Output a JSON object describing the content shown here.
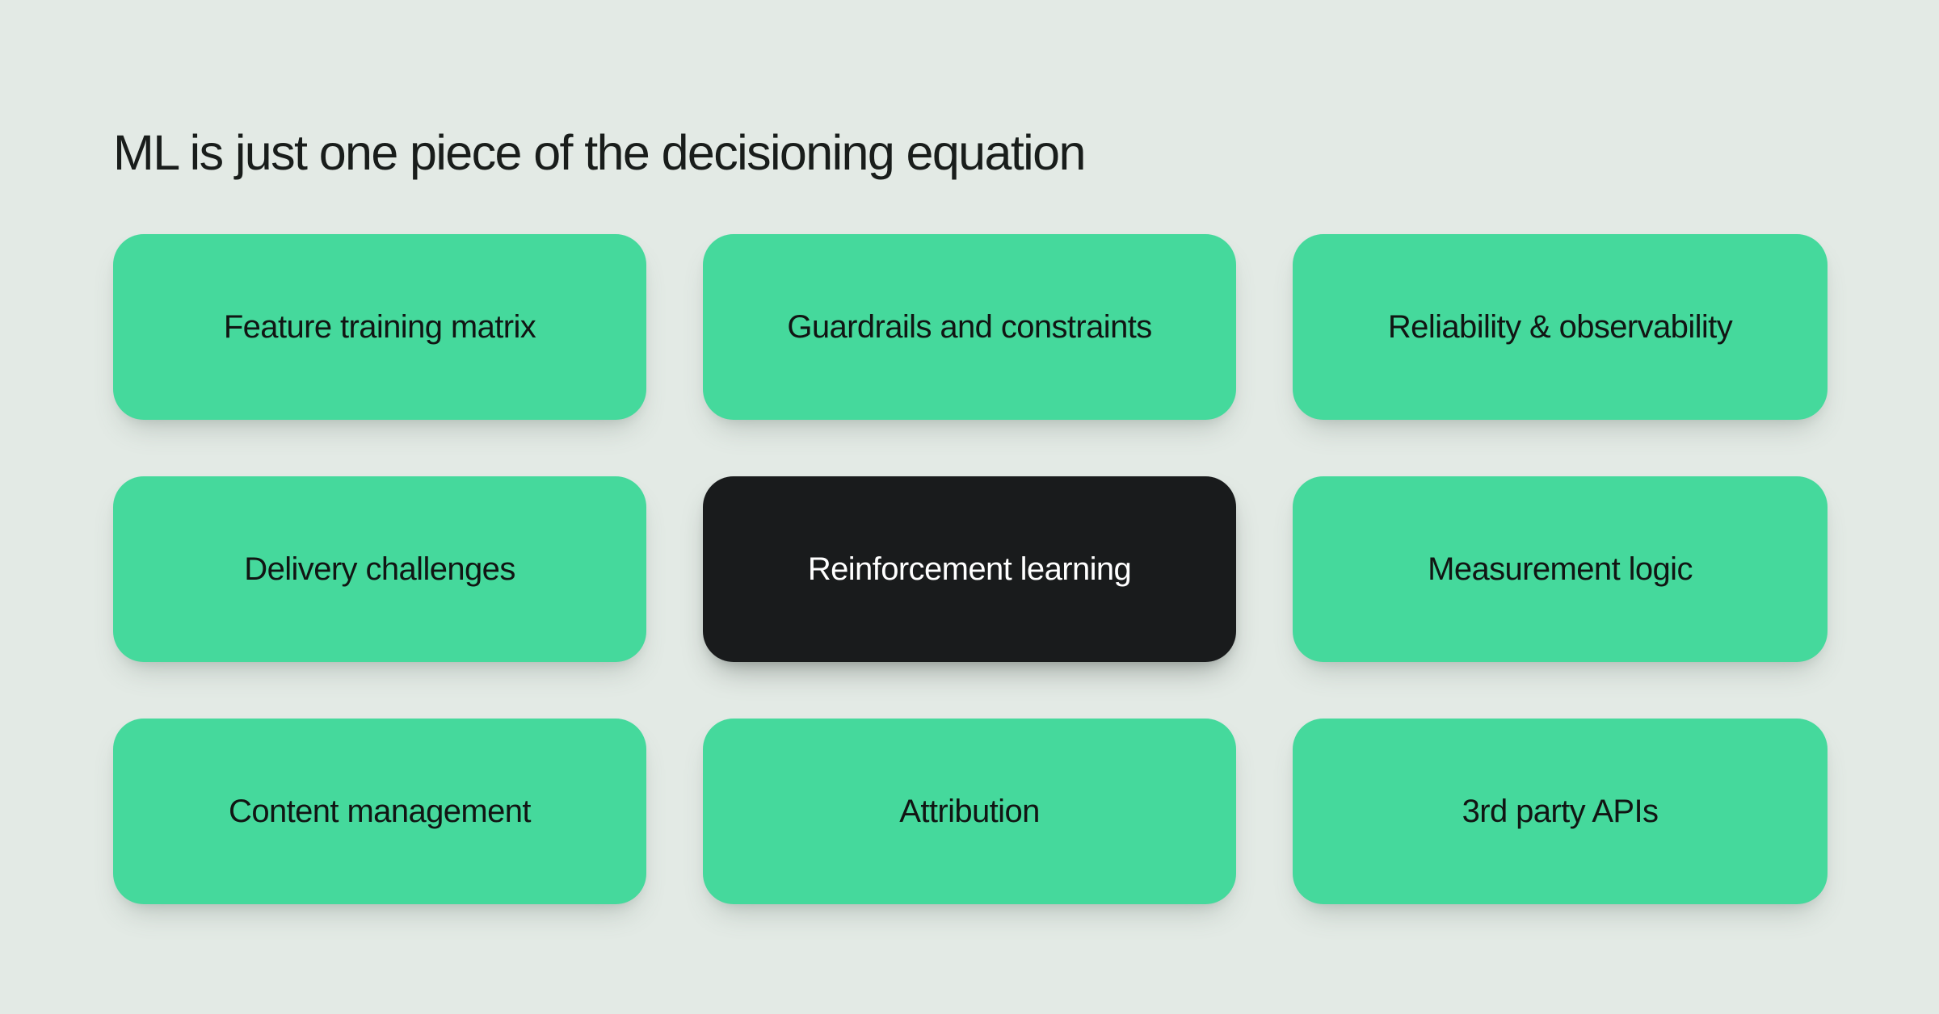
{
  "slide": {
    "title": "ML is just one piece of the decisioning equation",
    "background_color": "#e3eae5",
    "title_color": "#191d1b"
  },
  "theme": {
    "card_green": "#45d99c",
    "card_dark": "#191b1c",
    "label_dark_text": "#111513",
    "label_light_text": "#ffffff"
  },
  "grid": {
    "columns": 3,
    "rows": 3,
    "cards": [
      {
        "label": "Feature training matrix",
        "variant": "green",
        "row": 1,
        "col": 1
      },
      {
        "label": "Guardrails and constraints",
        "variant": "green",
        "row": 1,
        "col": 2
      },
      {
        "label": "Reliability & observability",
        "variant": "green",
        "row": 1,
        "col": 3
      },
      {
        "label": "Delivery challenges",
        "variant": "green",
        "row": 2,
        "col": 1
      },
      {
        "label": "Reinforcement learning",
        "variant": "dark",
        "row": 2,
        "col": 2
      },
      {
        "label": "Measurement logic",
        "variant": "green",
        "row": 2,
        "col": 3
      },
      {
        "label": "Content management",
        "variant": "green",
        "row": 3,
        "col": 1
      },
      {
        "label": "Attribution",
        "variant": "green",
        "row": 3,
        "col": 2
      },
      {
        "label": "3rd party APIs",
        "variant": "green",
        "row": 3,
        "col": 3
      }
    ]
  }
}
